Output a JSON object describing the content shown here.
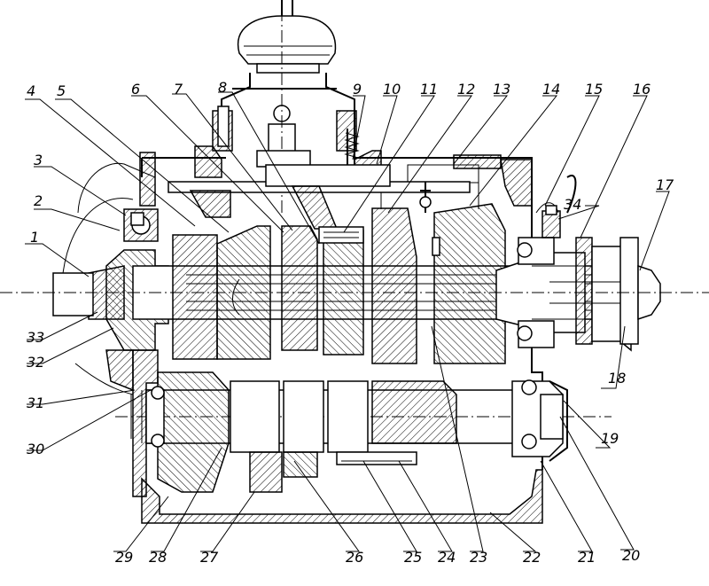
{
  "diagram": {
    "labels": [
      "1",
      "2",
      "3",
      "4",
      "5",
      "6",
      "7",
      "8",
      "9",
      "10",
      "11",
      "12",
      "13",
      "14",
      "15",
      "16",
      "17",
      "18",
      "19",
      "20",
      "21",
      "22",
      "23",
      "24",
      "25",
      "26",
      "27",
      "28",
      "29",
      "30",
      "31",
      "32",
      "33",
      "34"
    ]
  }
}
